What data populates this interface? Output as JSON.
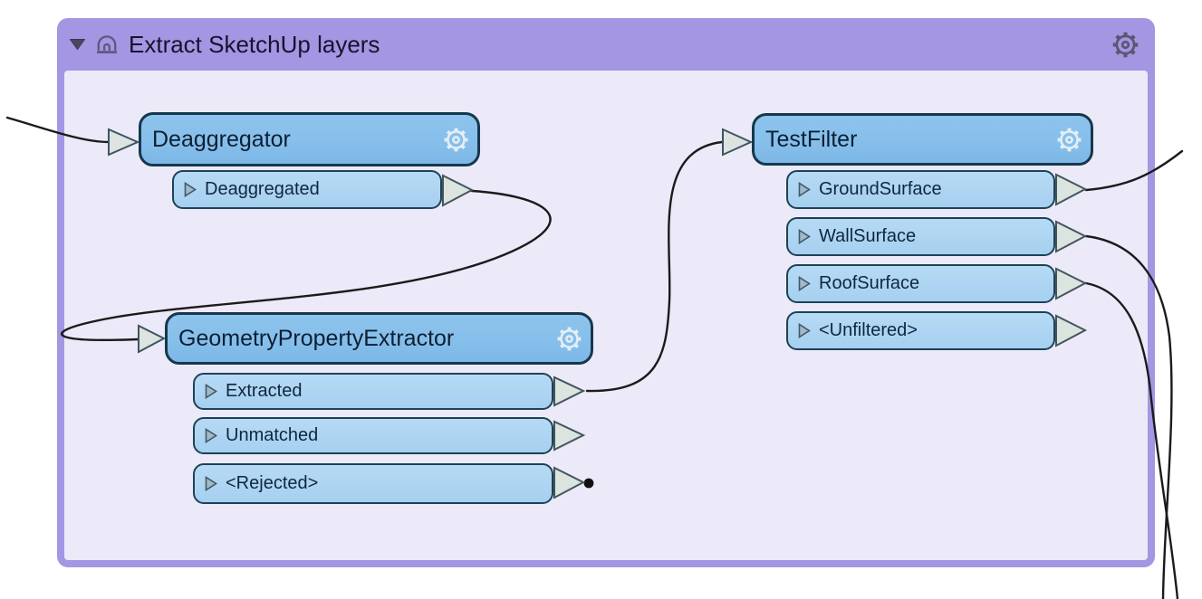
{
  "bookmark": {
    "title": "Extract SketchUp layers",
    "collapse_state": "expanded",
    "colors": {
      "frame": "#a496e3",
      "body": "#eceaf8"
    }
  },
  "icons": {
    "collapse": "triangle-down-icon",
    "bookmark": "custom-transformer-dome-icon",
    "settings": "gear-icon",
    "input_port": "arrow-right-connector",
    "output_port": "arrow-right-connector",
    "terminator": "black-dot"
  },
  "nodes": [
    {
      "title": "Deaggregator",
      "outputs": [
        "Deaggregated"
      ]
    },
    {
      "title": "GeometryPropertyExtractor",
      "outputs": [
        "Extracted",
        "Unmatched",
        "<Rejected>"
      ]
    },
    {
      "title": "TestFilter",
      "outputs": [
        "GroundSurface",
        "WallSurface",
        "RoofSurface",
        "<Unfiltered>"
      ]
    }
  ],
  "connections": [
    {
      "from": "external-left",
      "to": "Deaggregator.input"
    },
    {
      "from": "Deaggregator.Deaggregated",
      "to": "GeometryPropertyExtractor.input"
    },
    {
      "from": "GeometryPropertyExtractor.Extracted",
      "to": "TestFilter.input"
    },
    {
      "from": "TestFilter.GroundSurface",
      "to": "external-right-top"
    },
    {
      "from": "TestFilter.WallSurface",
      "to": "external-bottom"
    },
    {
      "from": "TestFilter.RoofSurface",
      "to": "external-bottom"
    },
    {
      "from": "GeometryPropertyExtractor.<Rejected>",
      "to": "terminator-dot"
    }
  ],
  "colors": {
    "node_fill": "#86bfeb",
    "port_fill": "#abd3f1",
    "node_border": "#16384d",
    "wire": "#1b1b1b",
    "connector_fill": "#dce3e1"
  }
}
